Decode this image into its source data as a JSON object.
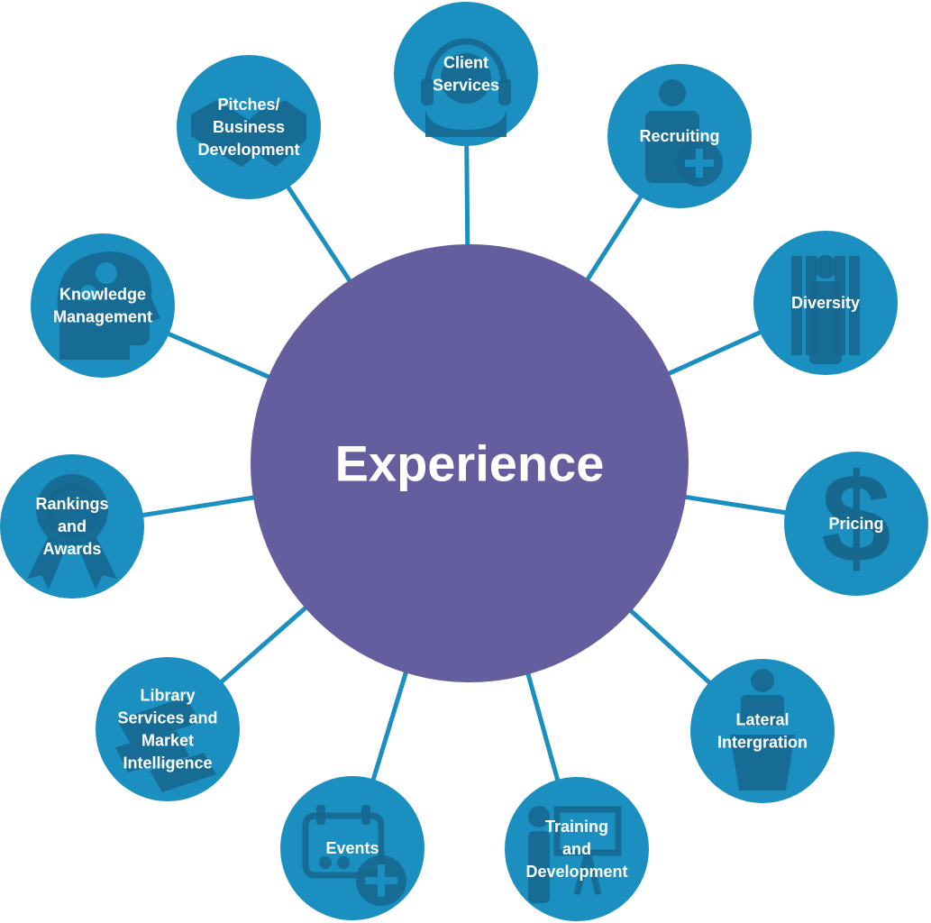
{
  "colors": {
    "center": "#645d9e",
    "node": "#1a8fc0",
    "icon": "#16688f",
    "spoke": "#1a8fc0",
    "text": "#ffffff"
  },
  "center": {
    "label": "Experience"
  },
  "nodes": [
    {
      "id": "client-services",
      "lines": [
        "Client",
        "Services"
      ],
      "icon": "headset-icon"
    },
    {
      "id": "recruiting",
      "lines": [
        "Recruiting"
      ],
      "icon": "person-add-icon"
    },
    {
      "id": "diversity",
      "lines": [
        "Diversity"
      ],
      "icon": "people-icon"
    },
    {
      "id": "pricing",
      "lines": [
        "Pricing"
      ],
      "icon": "dollar-icon"
    },
    {
      "id": "lateral-intergration",
      "lines": [
        "Lateral",
        "Intergration"
      ],
      "icon": "speaker-podium-icon"
    },
    {
      "id": "training-and-development",
      "lines": [
        "Training",
        "and",
        "Development"
      ],
      "icon": "presentation-icon"
    },
    {
      "id": "events",
      "lines": [
        "Events"
      ],
      "icon": "calendar-add-icon"
    },
    {
      "id": "library-services",
      "lines": [
        "Library",
        "Services and",
        "Market",
        "Intelligence"
      ],
      "icon": "books-icon"
    },
    {
      "id": "rankings-and-awards",
      "lines": [
        "Rankings",
        "and",
        "Awards"
      ],
      "icon": "award-ribbon-icon"
    },
    {
      "id": "knowledge-management",
      "lines": [
        "Knowledge",
        "Management"
      ],
      "icon": "head-gears-icon"
    },
    {
      "id": "pitches-business-development",
      "lines": [
        "Pitches/",
        "Business",
        "Development"
      ],
      "icon": "handshake-icon"
    }
  ]
}
